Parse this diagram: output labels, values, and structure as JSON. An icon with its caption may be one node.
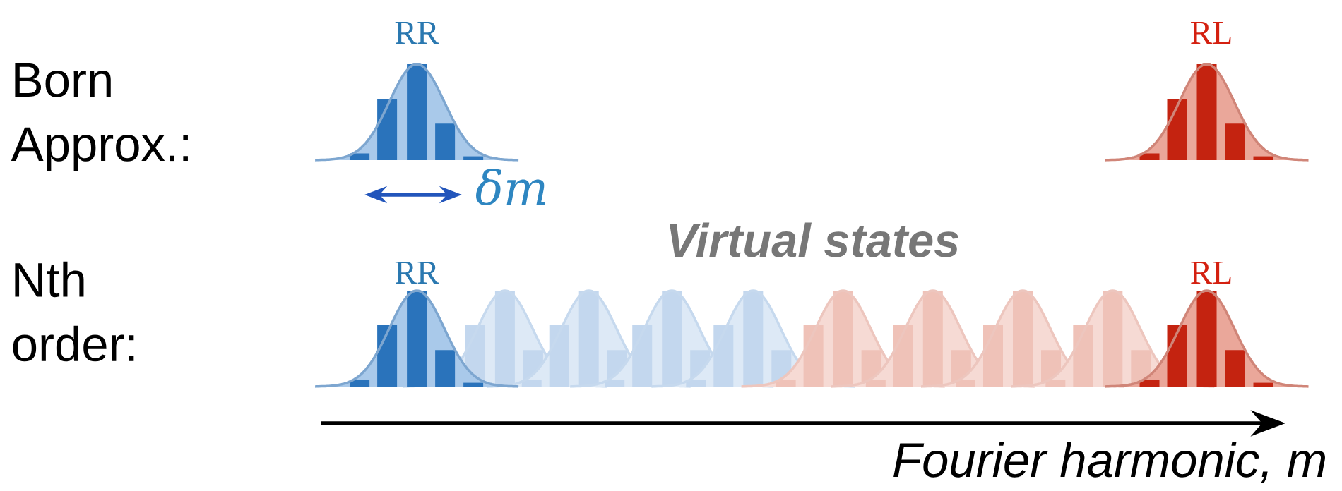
{
  "diagram": {
    "labels": [
      "RR",
      "RL",
      "Born Approx.:",
      "δm",
      "Virtual states",
      "RR",
      "RL",
      "Nth order:",
      "Fourier harmonic, m"
    ]
  }
}
